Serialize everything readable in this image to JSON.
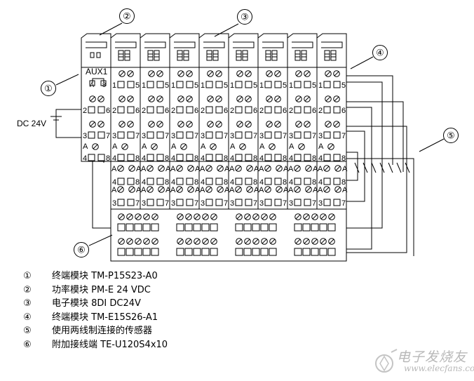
{
  "diagram": {
    "terminal_labels": {
      "aux1": "AUX1",
      "dc24v": "DC 24V",
      "a": "A",
      "n1": "1",
      "n2": "2",
      "n3": "3",
      "n4": "4",
      "n5": "5",
      "n6": "6",
      "n7": "7",
      "n8": "8"
    },
    "callouts": [
      "②",
      "③",
      "①",
      "④",
      "⑤",
      "⑥"
    ]
  },
  "legend": {
    "items": [
      {
        "number": "①",
        "text": "终端模块 TM-P15S23-A0"
      },
      {
        "number": "②",
        "text": "功率模块 PM-E 24 VDC"
      },
      {
        "number": "③",
        "text": "电子模块 8DI DC24V"
      },
      {
        "number": "④",
        "text": "终端模块 TM-E15S26-A1"
      },
      {
        "number": "⑤",
        "text": "使用两线制连接的传感器"
      },
      {
        "number": "⑥",
        "text": "附加接线端 TE-U120S4x10"
      }
    ]
  },
  "watermark": {
    "name": "电子发烧友",
    "url": "www.elecfans.com"
  }
}
